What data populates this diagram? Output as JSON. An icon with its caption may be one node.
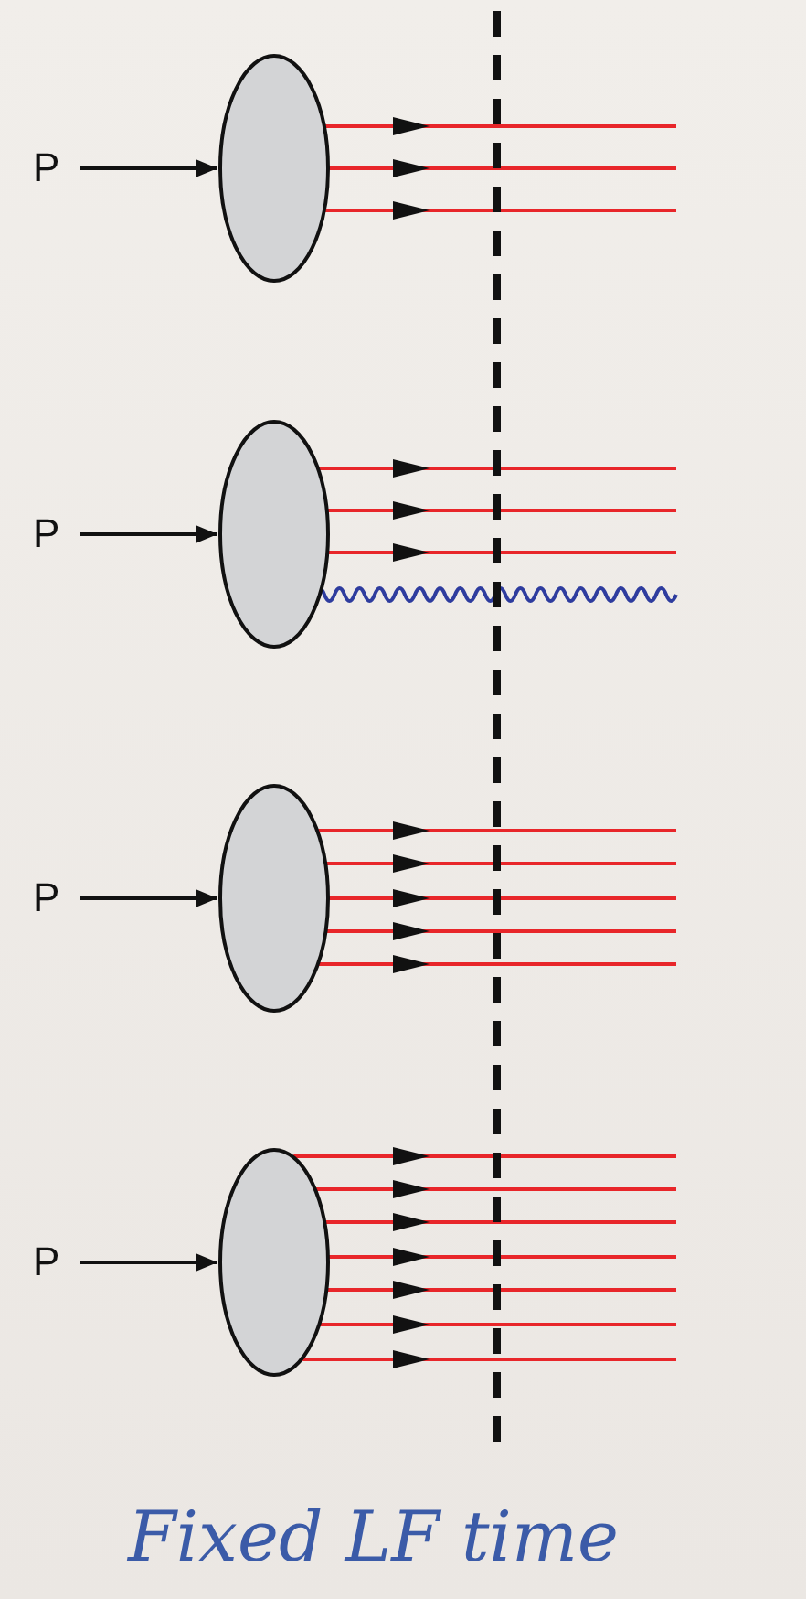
{
  "diagram": {
    "caption": "Fixed LF time",
    "nodes": [
      {
        "text": [
          "P"
        ]
      },
      {
        "text": [],
        "shape": "ellipse"
      },
      {
        "text": [
          "P"
        ]
      },
      {
        "text": [],
        "shape": "ellipse"
      },
      {
        "text": [
          "P"
        ]
      },
      {
        "text": [],
        "shape": "ellipse"
      },
      {
        "text": [
          "P"
        ]
      },
      {
        "text": [],
        "shape": "ellipse"
      }
    ],
    "edges": [
      {
        "from": 0,
        "to": 1,
        "arrow": "to",
        "color": "#111111"
      },
      {
        "from": 1,
        "to": null,
        "arrow": "to"
      },
      {
        "from": 1,
        "to": null,
        "arrow": "to"
      },
      {
        "from": 1,
        "to": null,
        "arrow": "to"
      },
      {
        "from": 2,
        "to": 3,
        "arrow": "to",
        "color": "#111111"
      },
      {
        "from": 3,
        "to": null,
        "arrow": "to"
      },
      {
        "from": 3,
        "to": null,
        "arrow": "to"
      },
      {
        "from": 3,
        "to": null,
        "arrow": "to"
      },
      {
        "from": 3,
        "to": null,
        "arrow": "none",
        "color": "#2e3c9e"
      },
      {
        "from": 4,
        "to": 5,
        "arrow": "to",
        "color": "#111111"
      },
      {
        "from": 5,
        "to": null,
        "arrow": "to"
      },
      {
        "from": 5,
        "to": null,
        "arrow": "to"
      },
      {
        "from": 5,
        "to": null,
        "arrow": "to"
      },
      {
        "from": 5,
        "to": null,
        "arrow": "to"
      },
      {
        "from": 5,
        "to": null,
        "arrow": "to"
      },
      {
        "from": 6,
        "to": 7,
        "arrow": "to",
        "color": "#111111"
      },
      {
        "from": 7,
        "to": null,
        "arrow": "to"
      },
      {
        "from": 7,
        "to": null,
        "arrow": "to"
      },
      {
        "from": 7,
        "to": null,
        "arrow": "to"
      },
      {
        "from": 7,
        "to": null,
        "arrow": "to"
      },
      {
        "from": 7,
        "to": null,
        "arrow": "to"
      },
      {
        "from": 7,
        "to": null,
        "arrow": "to"
      },
      {
        "from": 7,
        "to": null,
        "arrow": "to"
      }
    ]
  }
}
